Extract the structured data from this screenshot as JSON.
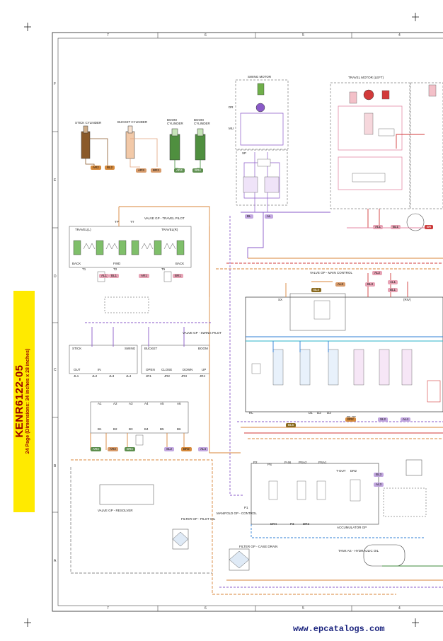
{
  "banner": {
    "code": "KENR6122-05",
    "subtitle": "24 Page (Dimensions: 34 inches x 28 inches)"
  },
  "website": "www.epcatalogs.com",
  "grid": {
    "columns": [
      "7",
      "6",
      "5",
      "4"
    ],
    "rows": [
      "F",
      "E",
      "D",
      "C",
      "B",
      "A"
    ]
  },
  "components": {
    "swing_motor": "SWING MOTOR",
    "travel_motor_left": "TRAVEL MOTOR (LEFT)",
    "stick_cylinder": "STICK CYLINDER",
    "bucket_cylinder": "BUCKET CYLINDER",
    "boom_cylinder_1": "BOOM CYLINDER",
    "boom_cylinder_2": "BOOM CYLINDER"
  },
  "labels": {
    "travel_l": "TRAVEL(L)",
    "travel_r": "TRAVEL(R)",
    "tp": "TP",
    "tt": "TT",
    "stick": "STICK",
    "swing": "SWING",
    "bucket": "BUCKET",
    "boom": "BOOM",
    "out": "OUT",
    "in": "IN",
    "open": "OPEN",
    "close": "CLOSE",
    "down": "DOWN",
    "up": "UP",
    "back": "BACK",
    "fwd": "FWD",
    "ports_t": [
      "T1",
      "T2",
      "T5"
    ],
    "ports_j": [
      "JL1",
      "JL2",
      "JL3",
      "JL4",
      "JR1",
      "JR2",
      "JR3",
      "JR4"
    ],
    "ports_a": [
      "A1",
      "A2",
      "A3",
      "A4",
      "A5",
      "A6"
    ],
    "ports_b": [
      "B1",
      "B2",
      "B3",
      "B4",
      "B5",
      "B6"
    ],
    "right": [
      "DR",
      "MU",
      "SP",
      "SX",
      "PS",
      "T-OUT",
      "DR2",
      "DR3",
      "DR4",
      "PSA1",
      "PSA2",
      "P-IN",
      "P1",
      "P2",
      "P3",
      "PILOT",
      "HL",
      "D1",
      "D2",
      "D3",
      "(RIV)"
    ],
    "legend_notes": [
      "VALVE GP - TRAVEL PILOT",
      "VALVE GP - SWING PILOT",
      "VALVE GP - MAIN CONTROL",
      "FILTER GP - CASE DRAIN",
      "TANK AS - HYDRAULIC OIL",
      "MANIFOLD GP - CONTROL",
      "ACCUMULATOR GP",
      "FILTER GP - PILOT OIL",
      "VALVE GP - RESOLVER"
    ]
  },
  "tags": {
    "ar2": "AR2",
    "bl2": "BL2",
    "ar3": "AR3",
    "br3": "BR3",
    "ar4": "AR4",
    "br4": "BR4",
    "al1": "AL1",
    "bl1": "BL1",
    "ar1": "AR1",
    "br1": "BR1",
    "bl": "BL",
    "al": "AL",
    "al3": "AL3",
    "al2": "AL2",
    "bl3": "BL3",
    "bl4": "BL4",
    "al4": "AL4",
    "sl2": "SL2",
    "ar": "AR",
    "br": "BR",
    "dr": "DR",
    "br2": "BR2",
    "bl5": "BL5"
  },
  "colors": {
    "banner": "#ffea00",
    "banner_text": "#9b0000",
    "line_orange": "#d8843a",
    "line_red": "#d23a3a",
    "line_purple": "#8a5ac8",
    "line_green": "#3f8a3b",
    "line_blue": "#2f7fd6",
    "line_cyan": "#2bb3c8",
    "line_pink": "#e48aa6",
    "line_gray": "#8a8a8a"
  }
}
